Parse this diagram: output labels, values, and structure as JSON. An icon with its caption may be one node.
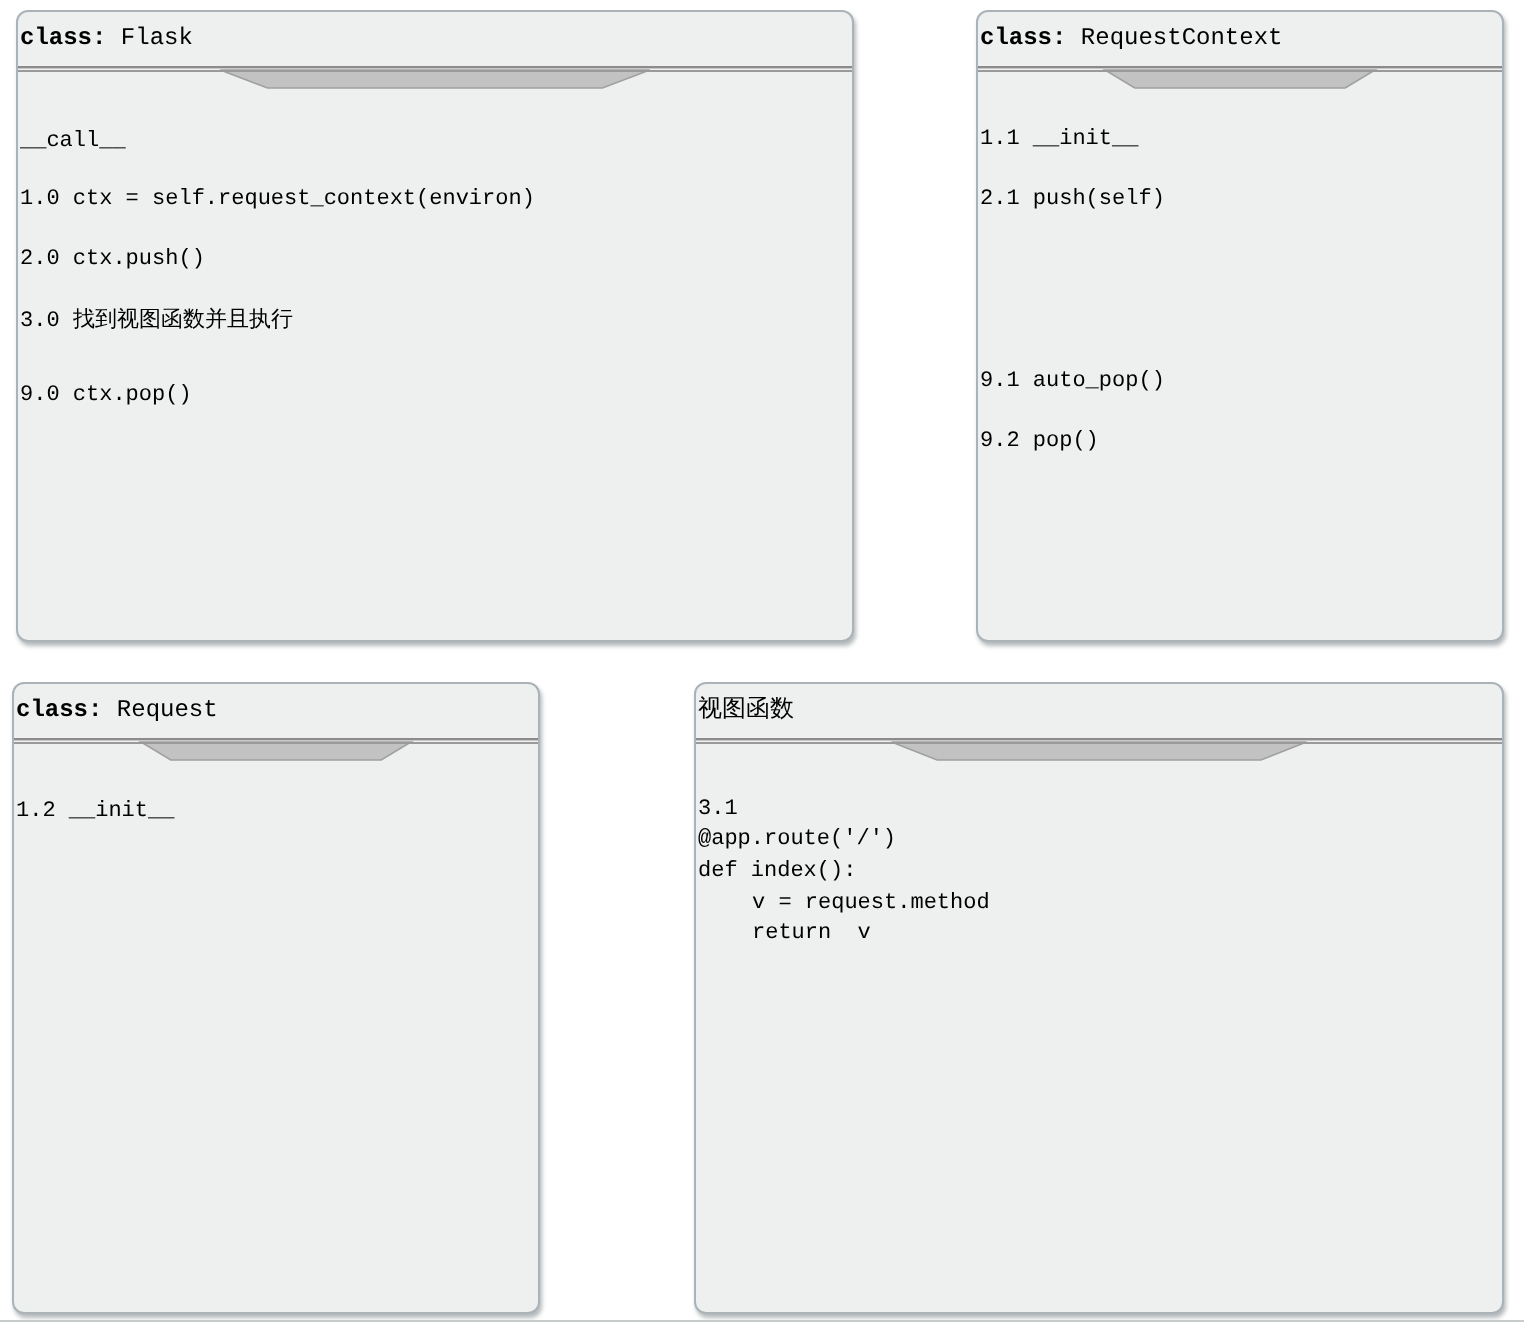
{
  "diagram": {
    "nodes": [
      {
        "text": [
          "**class:** Flask",
          "__call__",
          "1.0 ctx = self.request_context(environ)",
          "2.0 ctx.push()",
          "3.0 找到视图函数并且执行",
          "9.0 ctx.pop()"
        ]
      },
      {
        "text": [
          "**class:** RequestContext",
          "1.1 __init__",
          "2.1 push(self)",
          "9.1 auto_pop()",
          "9.2 pop()"
        ]
      },
      {
        "text": [
          "**class:** Request",
          "1.2 __init__"
        ]
      },
      {
        "text": [
          "视图函数",
          "3.1",
          "@app.route('/')",
          "def index():",
          "v = request.method",
          "return  v"
        ]
      }
    ]
  }
}
